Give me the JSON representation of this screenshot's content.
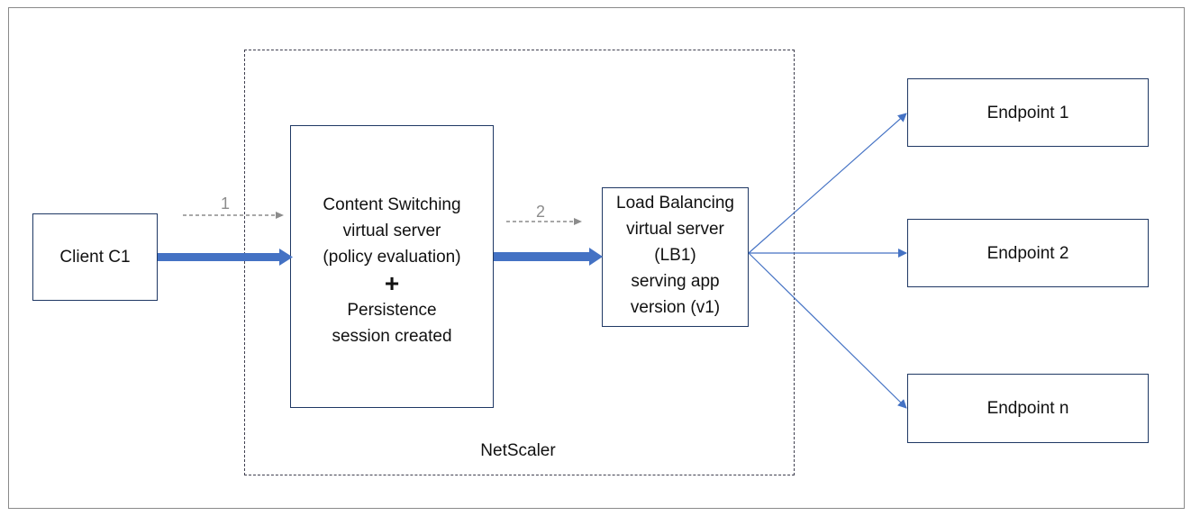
{
  "diagram": {
    "container_label": "NetScaler",
    "client": {
      "label": "Client C1"
    },
    "content_switching": {
      "lines": [
        "Content Switching",
        "virtual server",
        "(policy evaluation)"
      ],
      "plus": "+",
      "persistence_lines": [
        "Persistence",
        "session created"
      ]
    },
    "load_balancing": {
      "lines": [
        "Load Balancing",
        "virtual server",
        "(LB1)",
        "serving app",
        "version (v1)"
      ]
    },
    "endpoints": [
      "Endpoint 1",
      "Endpoint 2",
      "Endpoint n"
    ],
    "steps": [
      "1",
      "2"
    ],
    "colors": {
      "box_border": "#1f3864",
      "flow_arrow": "#4472c4",
      "step_arrow": "#8c8c8c",
      "frame_border": "#8a8a8a"
    }
  }
}
